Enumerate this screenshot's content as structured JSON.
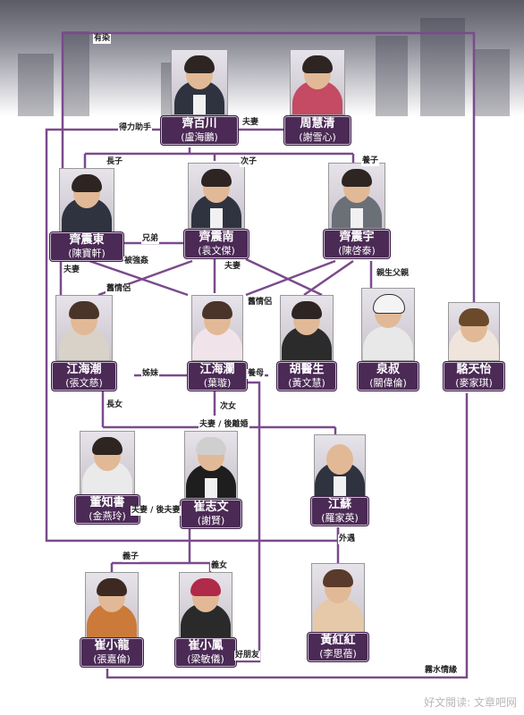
{
  "people": {
    "qi_baichuan": {
      "name": "齊百川",
      "actor": "(盧海鵬)"
    },
    "zhou_huiqing": {
      "name": "周慧清",
      "actor": "(謝雪心)"
    },
    "qi_zhendong": {
      "name": "齊震東",
      "actor": "(陳寶軒)"
    },
    "qi_zhennan": {
      "name": "齊震南",
      "actor": "(袁文傑)"
    },
    "qi_zhenyu": {
      "name": "齊震宇",
      "actor": "(陳啓泰)"
    },
    "jiang_haichao": {
      "name": "江海潮",
      "actor": "(張文慈)"
    },
    "jiang_hailan": {
      "name": "江海瀾",
      "actor": "(葉璇)"
    },
    "hu_yisheng": {
      "name": "胡醫生",
      "actor": "(黃文慧)"
    },
    "quan_shu": {
      "name": "泉叔",
      "actor": "(關偉倫)"
    },
    "luo_tianyi": {
      "name": "駱天怡",
      "actor": "(麥家琪)"
    },
    "dong_zhishu": {
      "name": "董知書",
      "actor": "(金燕玲)"
    },
    "cui_zhiwen": {
      "name": "崔志文",
      "actor": "(謝賢)"
    },
    "jiang_su": {
      "name": "江蘇",
      "actor": "(羅家英)"
    },
    "cui_xiaolong": {
      "name": "崔小龍",
      "actor": "(張嘉倫)"
    },
    "cui_xiaofeng": {
      "name": "崔小鳳",
      "actor": "(梁敏儀)"
    },
    "huang_honghong": {
      "name": "黃紅紅",
      "actor": "(李思蓓)"
    }
  },
  "relations": {
    "you_ran": "有染",
    "deli_zhushou": "得力助手",
    "fuqi_top": "夫妻",
    "zhangzi": "長子",
    "cizi": "次子",
    "yangzi": "養子",
    "xiongdi": "兄弟",
    "bei_qiangjian": "被強姦",
    "fuqi_mid": "夫妻",
    "qinsheng_fuqin": "親生父親",
    "jiu_qinglv_left": "舊情侶",
    "jiu_qinglv_right": "舊情侶",
    "jiemei": "姊妹",
    "yangmu": "養母",
    "zhangnv": "長女",
    "cinv": "次女",
    "fuqi_houlihun": "夫妻 / 後離婚",
    "fuqi_houfuqi": "夫妻 / 後夫妻",
    "waiyu": "外遇",
    "yizi": "義子",
    "yinv": "義女",
    "hao_pengyou": "好朋友",
    "lushui_qingyuan": "霧水情緣"
  },
  "watermark": "好文閱读: 文章吧网",
  "colors": {
    "line": "#7b4a8c",
    "label_bg": "#4b2a55"
  }
}
